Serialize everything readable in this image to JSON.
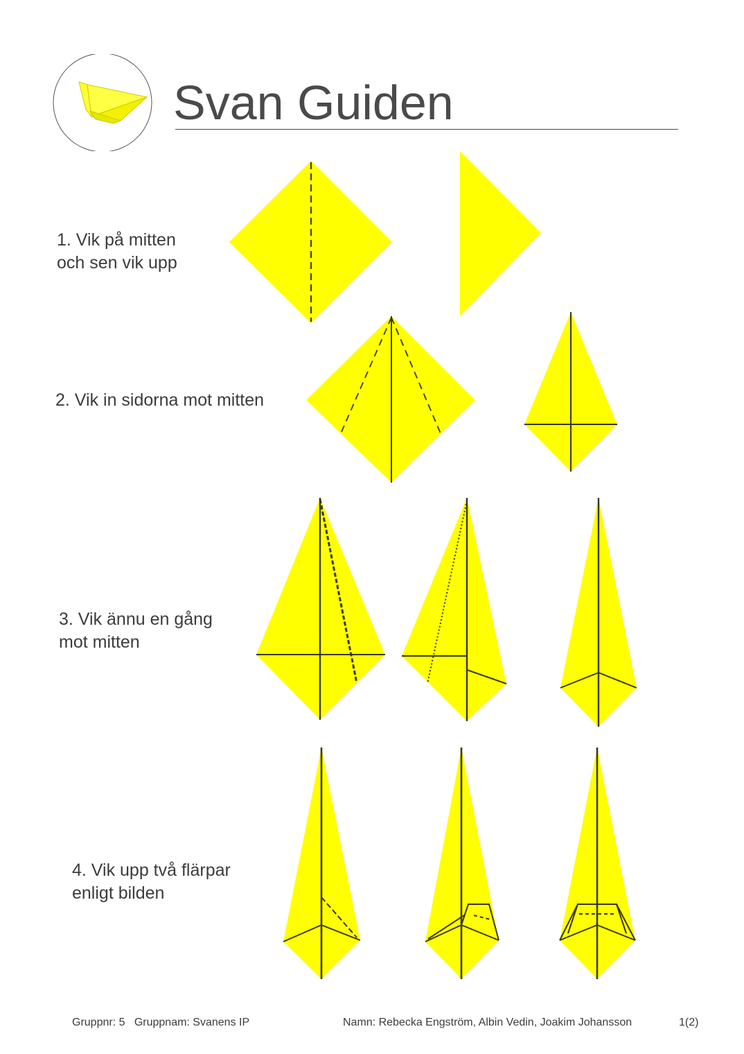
{
  "header": {
    "title": "Svan Guiden"
  },
  "steps": [
    {
      "line1": "1. Vik på mitten",
      "line2": "och sen vik upp"
    },
    {
      "line1": "2. Vik in sidorna mot mitten",
      "line2": ""
    },
    {
      "line1": "3. Vik ännu en gång",
      "line2": "mot mitten"
    },
    {
      "line1": "4. Vik upp två flärpar",
      "line2": "enligt bilden"
    }
  ],
  "footer": {
    "group": "Gruppnr: 5   Gruppnam: Svanens IP",
    "names": "Namn: Rebecka Engström, Albin Vedin, Joakim Johansson",
    "page": "1(2)"
  },
  "colors": {
    "paper": "#ffff00",
    "fold_line": "#3a3a1a",
    "text": "#3c3c3c"
  },
  "icons": {
    "logo": "origami-swan-icon"
  }
}
